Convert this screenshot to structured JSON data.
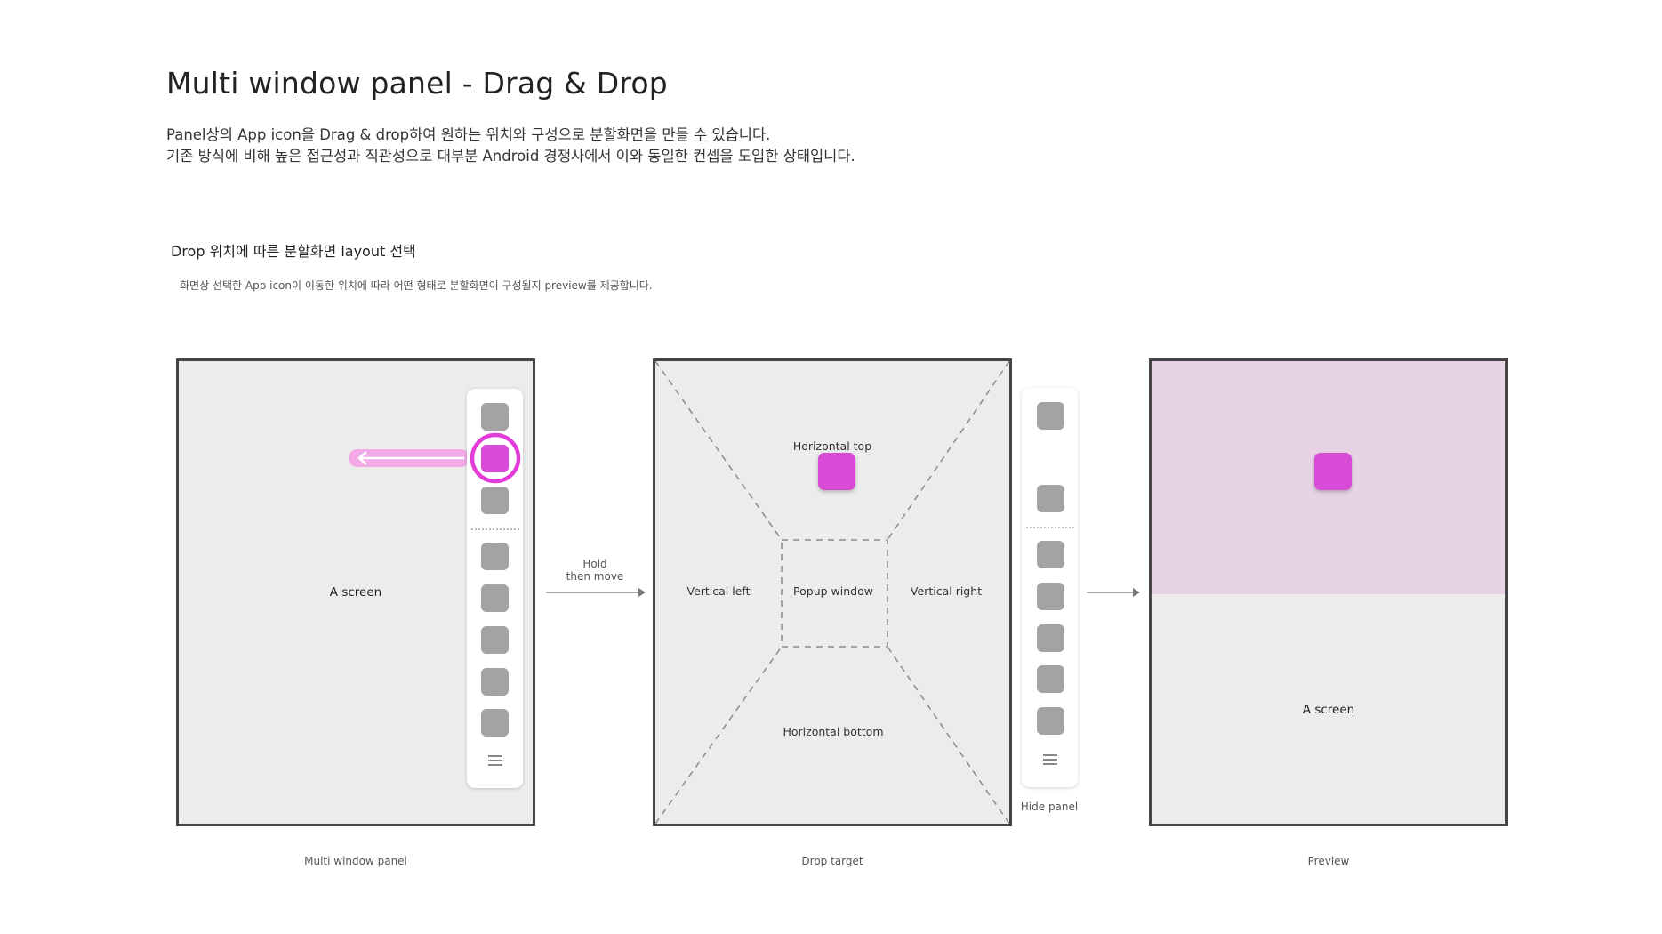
{
  "header": {
    "title": "Multi window panel - Drag & Drop",
    "description_line1": "Panel상의 App icon을 Drag & drop하여 원하는 위치와 구성으로 분할화면을 만들 수 있습니다.",
    "description_line2": "기존 방식에 비해 높은 접근성과 직관성으로 대부분 Android 경쟁사에서 이와 동일한 컨셉을 도입한 상태입니다."
  },
  "section": {
    "heading": "Drop 위치에 따른 분할화면 layout 선택",
    "description": "화면상 선택한 App icon이 이동한 위치에 따라 어떤 형태로 분할화면이 구성될지 preview를 제공합니다."
  },
  "step1": {
    "screen_label": "A screen",
    "caption": "Multi window panel",
    "panel_icons": [
      "menu-icon"
    ]
  },
  "arrow1": {
    "line1": "Hold",
    "line2": "then move"
  },
  "step2": {
    "zones": {
      "top": "Horizontal top",
      "left": "Vertical left",
      "center": "Popup window",
      "right": "Vertical right",
      "bottom": "Horizontal bottom"
    },
    "caption": "Drop target",
    "hide_panel_label": "Hide panel"
  },
  "step3": {
    "screen_label": "A screen",
    "caption": "Preview"
  },
  "colors": {
    "accent_magenta": "#d94ad6",
    "preview_top_fill": "#e8d3e6",
    "drag_trail": "#f2a9e6",
    "frame_fill": "#ececec",
    "frame_border": "#444444",
    "app_tile": "#a3a3a3"
  }
}
